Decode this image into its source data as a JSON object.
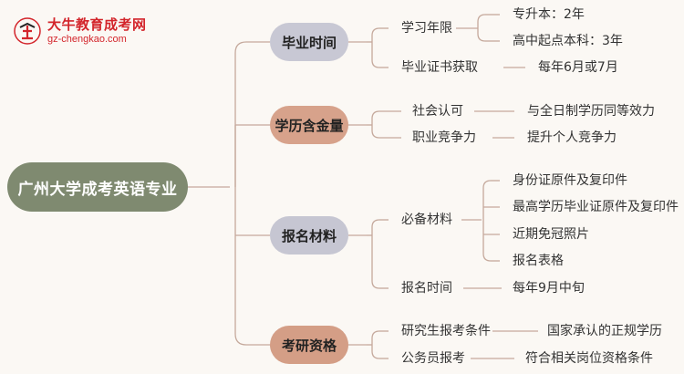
{
  "logo": {
    "title": "大牛教育成考网",
    "url": "gz-chengkao.com"
  },
  "root": "广州大学成考英语专业",
  "branches": [
    {
      "label": "毕业时间",
      "l2": [
        {
          "label": "学习年限",
          "l3": [
            "专升本：2年",
            "高中起点本科：3年"
          ]
        },
        {
          "label": "毕业证书获取",
          "l3": [
            "每年6月或7月"
          ]
        }
      ]
    },
    {
      "label": "学历含金量",
      "l2": [
        {
          "label": "社会认可",
          "l3": [
            "与全日制学历同等效力"
          ]
        },
        {
          "label": "职业竞争力",
          "l3": [
            "提升个人竞争力"
          ]
        }
      ]
    },
    {
      "label": "报名材料",
      "l2": [
        {
          "label": "必备材料",
          "l3": [
            "身份证原件及复印件",
            "最高学历毕业证原件及复印件",
            "近期免冠照片",
            "报名表格"
          ]
        },
        {
          "label": "报名时间",
          "l3": [
            "每年9月中旬"
          ]
        }
      ]
    },
    {
      "label": "考研资格",
      "l2": [
        {
          "label": "研究生报考条件",
          "l3": [
            "国家承认的正规学历"
          ]
        },
        {
          "label": "公务员报考",
          "l3": [
            "符合相关岗位资格条件"
          ]
        }
      ]
    }
  ],
  "colors": {
    "root": "#7f8a70",
    "branch_grey": "#c8c8d4",
    "branch_tan": "#d7a28b",
    "line": "#c5a99c"
  }
}
